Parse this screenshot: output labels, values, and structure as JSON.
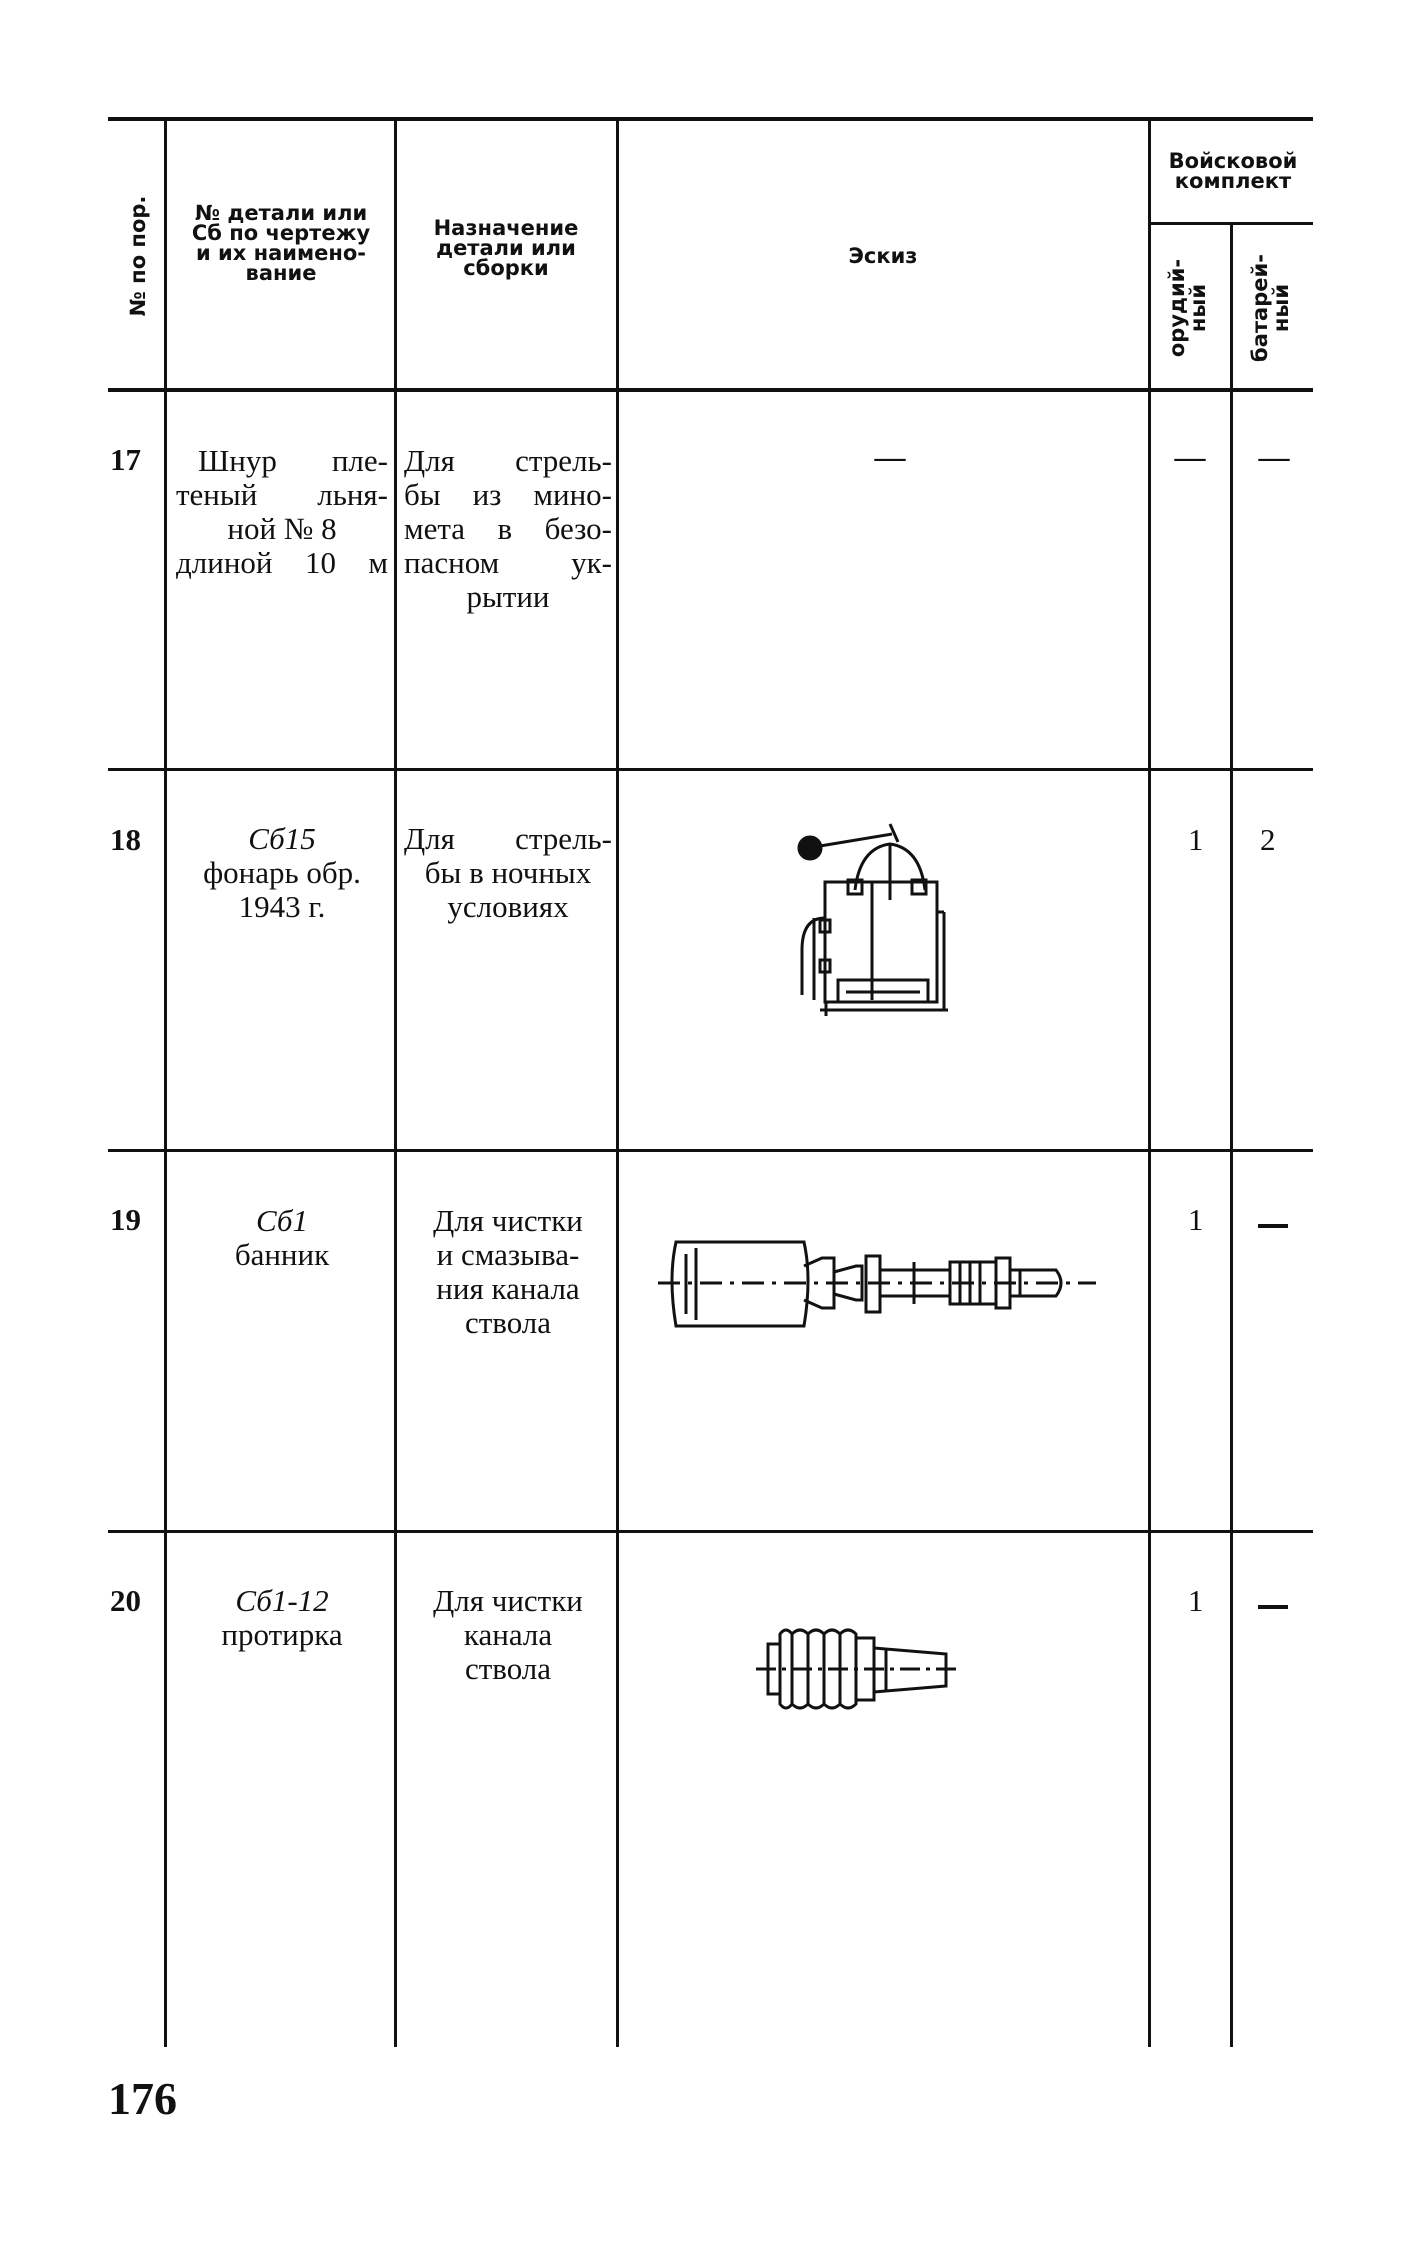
{
  "header": {
    "col_no": "№ по пор.",
    "col_part": [
      "№ детали или",
      "Сб по чертежу",
      "и их наимено-",
      "вание"
    ],
    "col_purpose": [
      "Назначение",
      "детали или",
      "сборки"
    ],
    "col_sketch": "Эскиз",
    "col_kit": [
      "Войсковой",
      "комплект"
    ],
    "col_gun": [
      "орудий-",
      "ный"
    ],
    "col_battery": [
      "батарей-",
      "ный"
    ]
  },
  "rows": [
    {
      "no": "17",
      "part_code": "",
      "part_name": [
        "Шнур пле-",
        "теный льня-",
        "ной № 8",
        "длиной 10 м"
      ],
      "purpose": [
        "Для стрель-",
        "бы из мино-",
        "мета в безо-",
        "пасном ук-",
        "рытии"
      ],
      "sketch": "—",
      "gun": "—",
      "battery": "—"
    },
    {
      "no": "18",
      "part_code": "Сб15",
      "part_name": [
        "фонарь обр.",
        "1943 г."
      ],
      "purpose": [
        "Для стрель-",
        "бы в ночных",
        "условиях"
      ],
      "sketch_icon": "lantern-sketch",
      "gun": "1",
      "battery": "2"
    },
    {
      "no": "19",
      "part_code": "Сб1",
      "part_name": [
        "банник"
      ],
      "purpose": [
        "Для чистки",
        "и смазыва-",
        "ния канала",
        "ствола"
      ],
      "sketch_icon": "bore-brush-sketch",
      "gun": "1",
      "battery": "—"
    },
    {
      "no": "20",
      "part_code": "Сб1-12",
      "part_name": [
        "протирка"
      ],
      "purpose": [
        "Для чистки",
        "канала",
        "ствола"
      ],
      "sketch_icon": "wiper-sketch",
      "gun": "1",
      "battery": "—"
    }
  ],
  "page_number": "176"
}
